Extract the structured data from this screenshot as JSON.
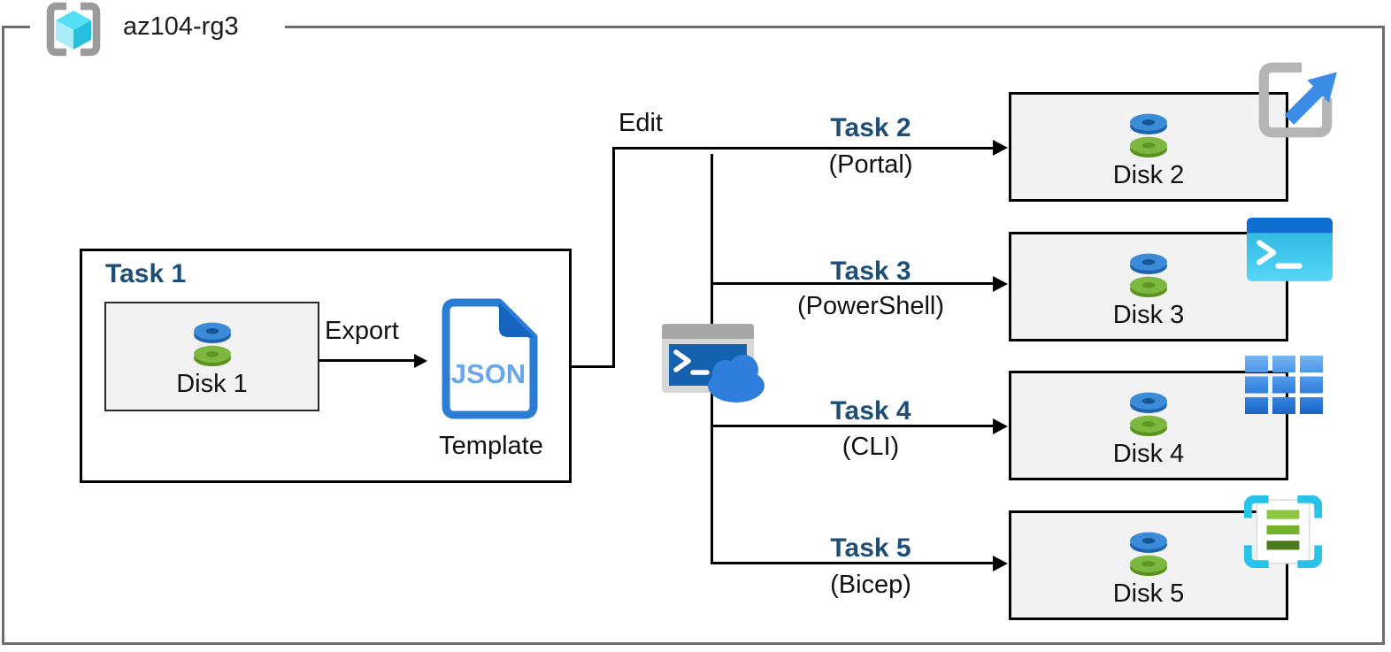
{
  "resource_group": {
    "name": "az104-rg3"
  },
  "task1": {
    "title": "Task 1",
    "disk_label": "Disk 1",
    "export_label": "Export",
    "json_doc_text": "JSON",
    "template_label": "Template"
  },
  "edit_label": "Edit",
  "branches": [
    {
      "task": "Task 2",
      "method": "(Portal)",
      "disk_label": "Disk 2",
      "icon": "portal-launch-icon"
    },
    {
      "task": "Task 3",
      "method": "(PowerShell)",
      "disk_label": "Disk 3",
      "icon": "powershell-terminal-icon"
    },
    {
      "task": "Task 4",
      "method": "(CLI)",
      "disk_label": "Disk 4",
      "icon": "cli-grid-icon"
    },
    {
      "task": "Task 5",
      "method": "(Bicep)",
      "disk_label": "Disk 5",
      "icon": "bicep-template-icon"
    }
  ],
  "center_icon": "cloud-shell-icon",
  "colors": {
    "task_label_blue": "#1f4e79",
    "azure_doc_blue": "#2b7cd3",
    "fold_blue": "#1565c0",
    "json_text_blue": "#6aa7ea",
    "disk_blue": "#3c8bd8",
    "disk_green": "#7cb840",
    "cyan": "#35c1e8",
    "node_fill": "#f2f2f2",
    "rg_border_gray": "#6d6d6d",
    "line_black": "#000000"
  }
}
